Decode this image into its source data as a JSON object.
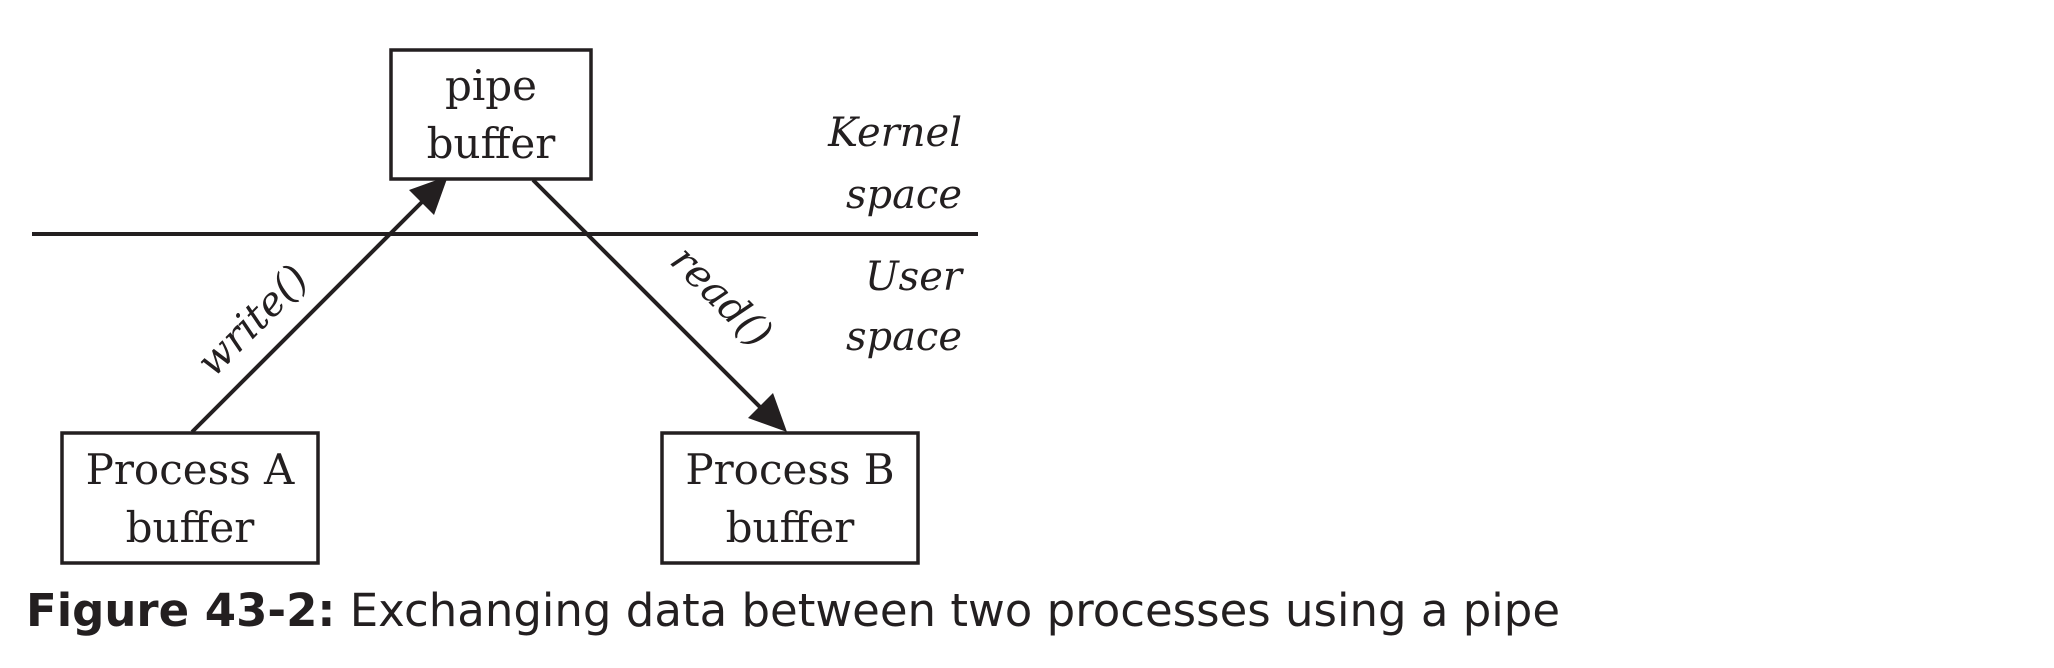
{
  "diagram": {
    "pipe_box": {
      "line1": "pipe",
      "line2": "buffer"
    },
    "process_a_box": {
      "line1": "Process A",
      "line2": "buffer"
    },
    "process_b_box": {
      "line1": "Process B",
      "line2": "buffer"
    },
    "kernel_label": {
      "line1": "Kernel",
      "line2": "space"
    },
    "user_label": {
      "line1": "User",
      "line2": "space"
    },
    "write_arrow_label": "write()",
    "read_arrow_label": "read()"
  },
  "caption": {
    "label": "Figure 43-2:",
    "text": "Exchanging data between two processes using a pipe"
  }
}
